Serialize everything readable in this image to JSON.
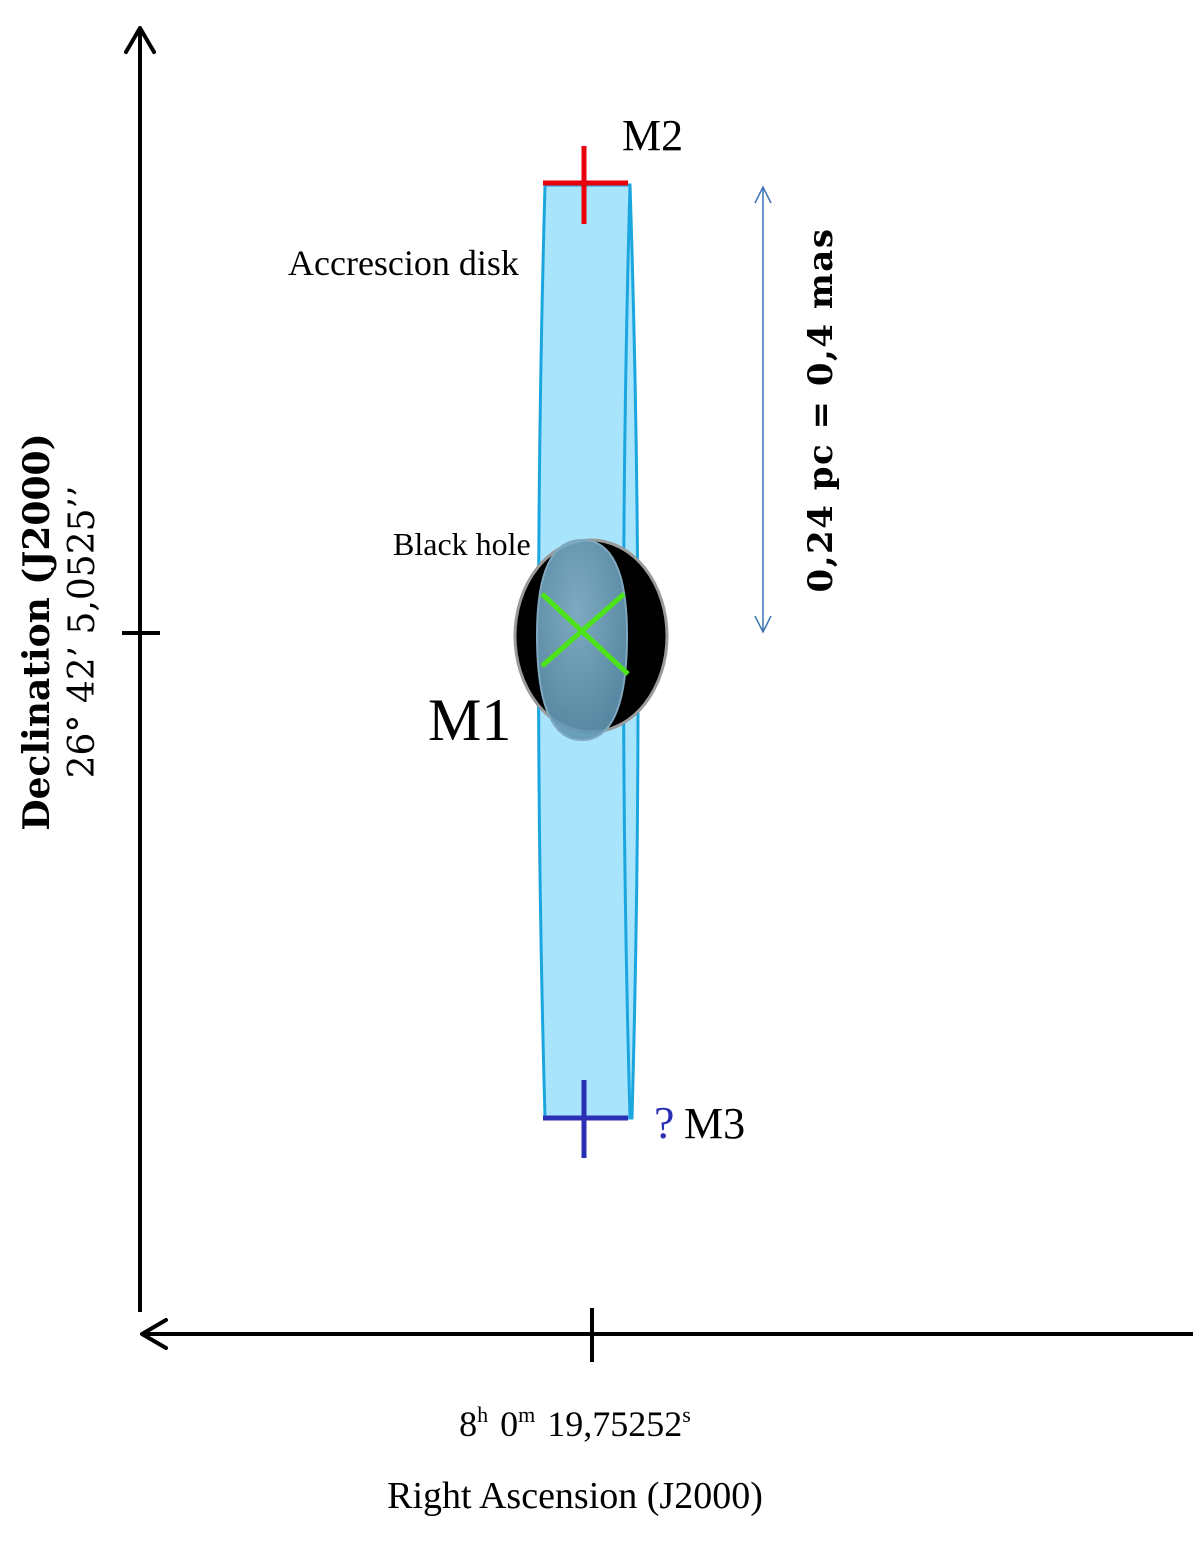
{
  "labels": {
    "m1": "M1",
    "m2": "M2",
    "m3": "M3",
    "m3_question": "?",
    "accretion_disk": "Accrescion disk",
    "black_hole": "Black hole",
    "scale_bar": "0,24 pc = 0,4 mas",
    "dec_axis_title": "Declination (J2000)",
    "dec_value": "26° 42’ 5,0525’’",
    "ra_value_h_num": "8",
    "ra_value_h_unit": "h",
    "ra_value_m_num": "0",
    "ra_value_m_unit": "m",
    "ra_value_s_num": "19,75252",
    "ra_value_s_unit": "s",
    "ra_axis_title": "Right Ascension (J2000)"
  },
  "colors": {
    "disk_fill": "#a8e4fb",
    "disk_edge": "#1ba6e0",
    "m2_marker": "#e8000b",
    "m3_marker": "#2b2fb3",
    "m1_marker": "#4de319",
    "black_hole": "#000000",
    "overlay": "#6fa6c4",
    "scale_arrow": "#3a74b5",
    "axis": "#000000"
  }
}
